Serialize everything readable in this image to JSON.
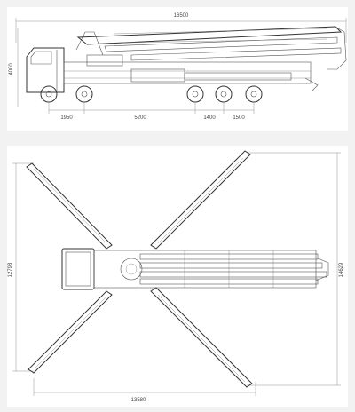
{
  "side_view": {
    "overall_length": "16500",
    "overall_height": "4000",
    "axle_spacings": [
      "1950",
      "5200",
      "1400",
      "1500"
    ]
  },
  "top_view": {
    "outrigger_span_length": "13580",
    "outrigger_span_height": "12798",
    "right_width": "14629"
  }
}
